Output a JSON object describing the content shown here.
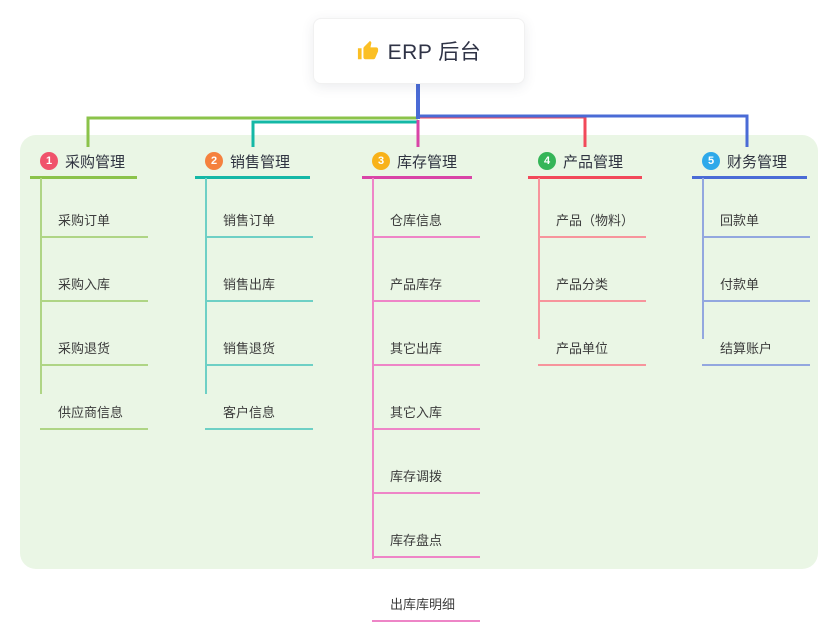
{
  "root": {
    "title": "ERP 后台",
    "icon": "thumbs-up-icon",
    "stem_color": "#4A6BD6"
  },
  "colors": {
    "panel_bg": "#EAF6E5",
    "canvas_bg": "#FFFFFF",
    "node_text": "#2F3340",
    "child_text": "#3C3C3C"
  },
  "branches": [
    {
      "badge": "1",
      "label": "采购管理",
      "badge_color": "#F0536B",
      "line_color": "#8BC34A",
      "light_color": "#AFD585",
      "children": [
        "采购订单",
        "采购入库",
        "采购退货",
        "供应商信息"
      ]
    },
    {
      "badge": "2",
      "label": "销售管理",
      "badge_color": "#F5813E",
      "line_color": "#14B8A6",
      "light_color": "#6ED0C5",
      "children": [
        "销售订单",
        "销售出库",
        "销售退货",
        "客户信息"
      ]
    },
    {
      "badge": "3",
      "label": "库存管理",
      "badge_color": "#F8B219",
      "line_color": "#D944A7",
      "light_color": "#EE85C7",
      "children": [
        "仓库信息",
        "产品库存",
        "其它出库",
        "其它入库",
        "库存调拨",
        "库存盘点",
        "出库库明细"
      ]
    },
    {
      "badge": "4",
      "label": "产品管理",
      "badge_color": "#35B558",
      "line_color": "#F2495A",
      "light_color": "#F7949C",
      "children": [
        "产品（物料）",
        "产品分类",
        "产品单位"
      ]
    },
    {
      "badge": "5",
      "label": "财务管理",
      "badge_color": "#2EA9EA",
      "line_color": "#4A6BD6",
      "light_color": "#93A7DF",
      "children": [
        "回款单",
        "付款单",
        "结算账户"
      ]
    }
  ]
}
